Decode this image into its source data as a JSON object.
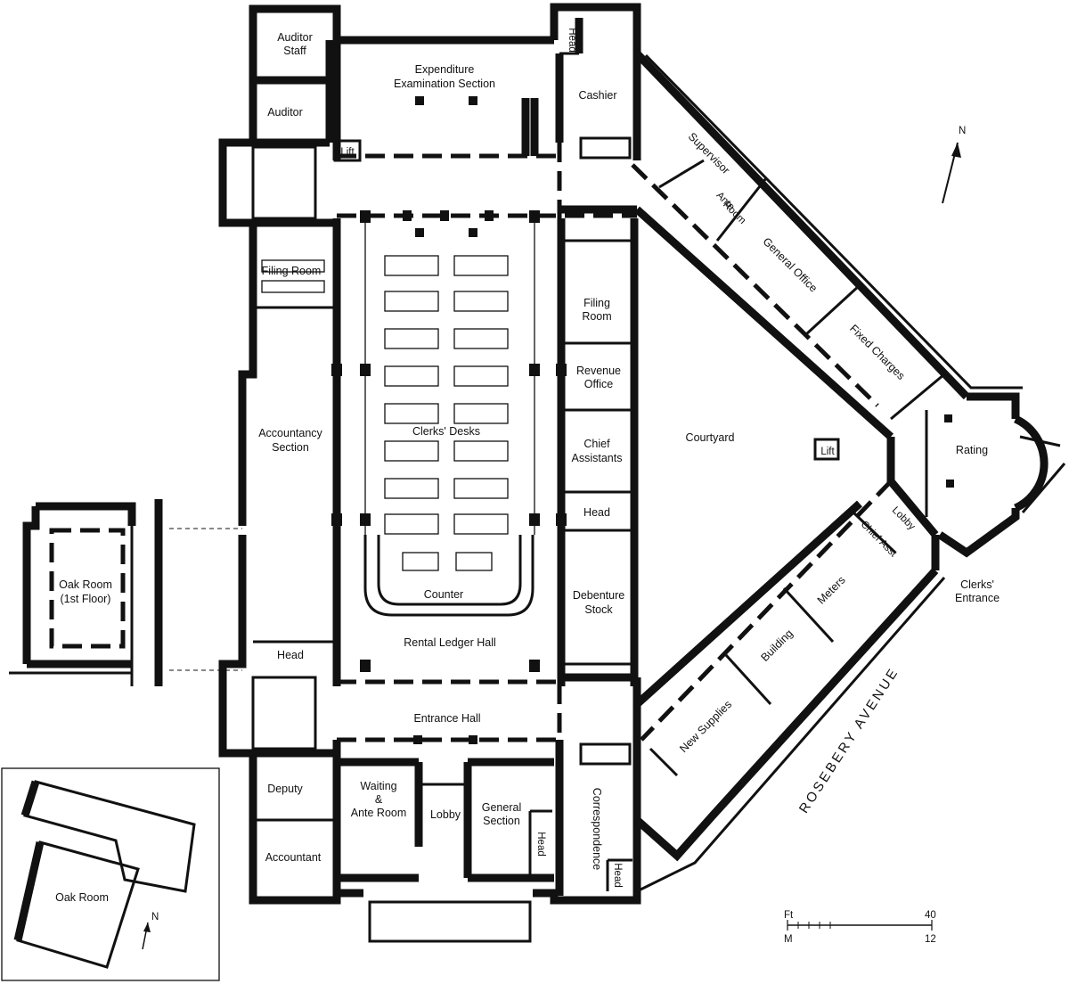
{
  "rooms": {
    "auditor_staff": [
      "Auditor",
      "Staff"
    ],
    "auditor": "Auditor",
    "expenditure": [
      "Expenditure",
      "Examination Section"
    ],
    "lift_top": "Lift",
    "head_top": "Head",
    "cashier": "Cashier",
    "supervisor": "Supervisor",
    "ante_room": [
      "Ante",
      "Room"
    ],
    "general_office": "General Office",
    "fixed_charges": "Fixed Charges",
    "filing_room_left": "Filing Room",
    "filing_room_right": [
      "Filing",
      "Room"
    ],
    "revenue_office": [
      "Revenue",
      "Office"
    ],
    "chief_assistants": [
      "Chief",
      "Assistants"
    ],
    "head_right": "Head",
    "debenture_stock": [
      "Debenture",
      "Stock"
    ],
    "clerks_desks": "Clerks' Desks",
    "counter": "Counter",
    "rental_ledger_hall": "Rental Ledger Hall",
    "accountancy_section": [
      "Accountancy",
      "Section"
    ],
    "head_left": "Head",
    "courtyard": "Courtyard",
    "lift_mid": "Lift",
    "rating": "Rating",
    "lobby_right": "Lobby",
    "chief_asst": "Chief Asst",
    "clerks_entrance": [
      "Clerks'",
      "Entrance"
    ],
    "meters": "Meters",
    "building": "Building",
    "new_supplies": "New Supplies",
    "oak_room_first_floor": [
      "Oak Room",
      "(1st Floor)"
    ],
    "entrance_hall": "Entrance Hall",
    "deputy": "Deputy",
    "accountant": "Accountant",
    "waiting_ante": [
      "Waiting",
      "&",
      "Ante Room"
    ],
    "lobby_bottom": "Lobby",
    "general_section": [
      "General",
      "Section"
    ],
    "head_bottom": "Head",
    "correspondence": "Correspondence",
    "head_bottom_right": "Head"
  },
  "street": "ROSEBERY AVENUE",
  "inset": {
    "oak_room": "Oak Room",
    "north": "N"
  },
  "north": "N",
  "scale": {
    "ft_label": "Ft",
    "ft_value": "40",
    "m_label": "M",
    "m_value": "12"
  }
}
